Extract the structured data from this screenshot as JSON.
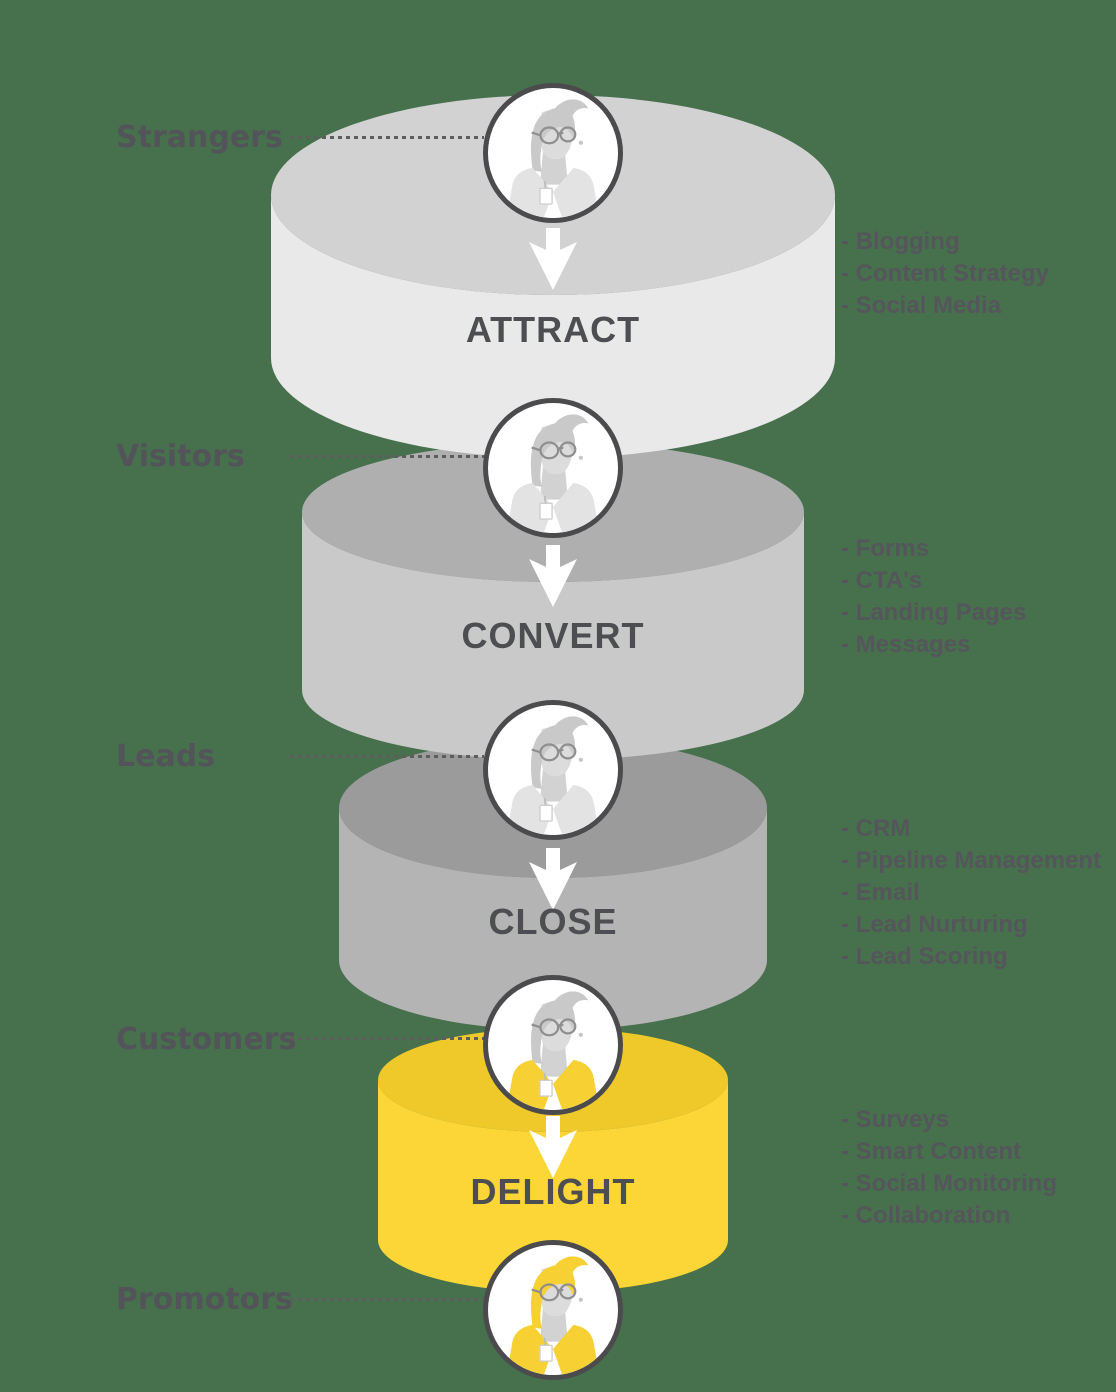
{
  "colors": {
    "background": "#47704D",
    "attract-top": "#D2D2D2",
    "attract-body": "#E9E9E9",
    "convert-top": "#AFAFB0",
    "convert-body": "#C9C9C9",
    "close-top": "#9B9B9B",
    "close-body": "#B4B4B4",
    "delight-top": "#EFC929",
    "delight-body": "#FBD636",
    "circle-border": "#4B4B4D",
    "arrow": "#FFFFFF",
    "dotted-line": "#5D5D5D",
    "audience-text": "#53545A",
    "stage-text": "#4D4E52",
    "tactic-text": "#55565B",
    "persona-gray": "#C9C9C9",
    "persona-yellow": "#F7D134",
    "persona-skin": "#DCDCDC",
    "persona-jacket-gray": "#E3E3E3"
  },
  "list_bullet": "-",
  "audiences": [
    {
      "label": "Strangers",
      "persona": {
        "hair": "gray",
        "jacket": "gray"
      }
    },
    {
      "label": "Visitors",
      "persona": {
        "hair": "gray",
        "jacket": "gray"
      }
    },
    {
      "label": "Leads",
      "persona": {
        "hair": "gray",
        "jacket": "gray"
      }
    },
    {
      "label": "Customers",
      "persona": {
        "hair": "gray",
        "jacket": "yellow"
      }
    },
    {
      "label": "Promotors",
      "persona": {
        "hair": "yellow",
        "jacket": "yellow"
      }
    }
  ],
  "stages": [
    {
      "name": "ATTRACT",
      "tactics": [
        "Blogging",
        "Content Strategy",
        "Social Media"
      ]
    },
    {
      "name": "CONVERT",
      "tactics": [
        "Forms",
        "CTA's",
        "Landing Pages",
        "Messages"
      ]
    },
    {
      "name": "CLOSE",
      "tactics": [
        "CRM",
        "Pipeline Management",
        "Email",
        "Lead Nurturing",
        "Lead Scoring"
      ]
    },
    {
      "name": "DELIGHT",
      "tactics": [
        "Surveys",
        "Smart Content",
        "Social Monitoring",
        "Collaboration"
      ]
    }
  ]
}
